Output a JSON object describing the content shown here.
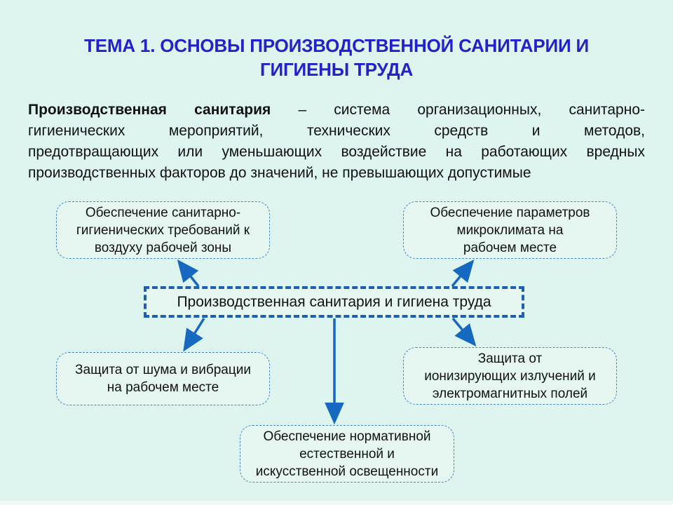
{
  "colors": {
    "bg": "#ddf4ef",
    "title": "#2222cc",
    "text": "#111111",
    "box-border": "#4585c1",
    "box-fill": "#e6f7f2",
    "center-border": "#1d5fb4",
    "arrow": "#1569c0"
  },
  "title": {
    "lines": [
      "ТЕМА 1. ОСНОВЫ ПРОИЗВОДСТВЕННОЙ САНИТАРИИ И",
      "ГИГИЕНЫ ТРУДА"
    ]
  },
  "paragraph": {
    "line1_bold": "Производственная санитария",
    "line1_rest": "– система организационных, санитарно-",
    "line2": "гигиенических мероприятий, технических средств и методов,",
    "line3": "предотвращающих или уменьшающих воздействие на работающих вредных",
    "line4": "производственных факторов до значений, не превышающих допустимые"
  },
  "diagram": {
    "center_label": "Производственная санитария и гигиена труда",
    "boxes": [
      {
        "name": "air-quality",
        "lines": [
          "Обеспечение санитарно-",
          "гигиенических требований к",
          "воздуху рабочей зоны"
        ]
      },
      {
        "name": "microclimate",
        "lines": [
          "Обеспечение параметров",
          "микроклимата на",
          "рабочем месте"
        ]
      },
      {
        "name": "noise-vibration",
        "lines": [
          "Защита от шума и вибрации",
          "на рабочем месте"
        ]
      },
      {
        "name": "radiation",
        "lines": [
          "Защита от",
          "ионизирующих излучений и",
          "электромагнитных полей"
        ]
      },
      {
        "name": "lighting",
        "lines": [
          "Обеспечение нормативной",
          "естественной и",
          "искусственной освещенности"
        ]
      }
    ]
  }
}
